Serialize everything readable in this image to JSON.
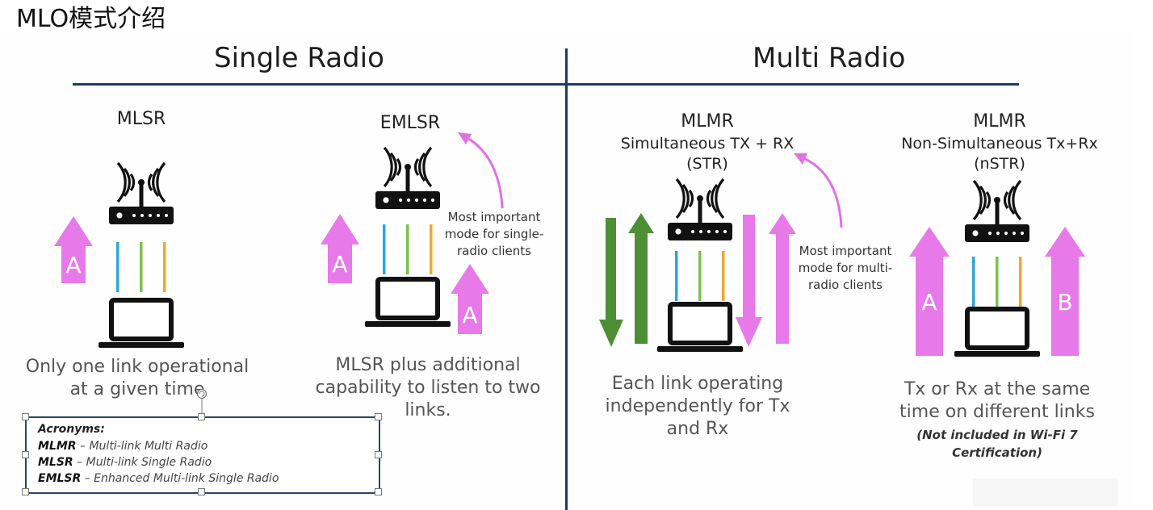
{
  "page_title": "MLO模式介绍",
  "sections": {
    "single_radio": "Single Radio",
    "multi_radio": "Multi Radio"
  },
  "modes": {
    "mlsr": {
      "label": "MLSR",
      "arrow_letter": "A",
      "caption_lines": [
        "Only one link operational",
        "at a given time"
      ]
    },
    "emlsr": {
      "label": "EMLSR",
      "arrow_letters": [
        "A",
        "A"
      ],
      "note_lines": [
        "Most important",
        "mode for single-",
        "radio clients"
      ],
      "caption_lines": [
        "MLSR plus additional",
        "capability to listen to two",
        "links."
      ]
    },
    "mlmr_str": {
      "label": "MLMR",
      "sub_lines": [
        "Simultaneous TX + RX",
        "(STR)"
      ],
      "note_lines": [
        "Most important",
        "mode for multi-",
        "radio clients"
      ],
      "caption_lines": [
        "Each link operating",
        "independently for Tx",
        "and Rx"
      ]
    },
    "mlmr_nstr": {
      "label": "MLMR",
      "sub_lines": [
        "Non-Simultaneous Tx+Rx",
        "(nSTR)"
      ],
      "arrow_letters": [
        "A",
        "B"
      ],
      "caption_lines": [
        "Tx or Rx at the same",
        "time on different links"
      ],
      "footnote_lines": [
        "(Not included in Wi-Fi 7",
        "Certification)"
      ]
    }
  },
  "acronyms": {
    "title": "Acronyms:",
    "items": [
      {
        "abbr": "MLMR",
        "desc": " – Multi-link Multi Radio"
      },
      {
        "abbr": "MLSR",
        "desc": " – Multi-link Single Radio"
      },
      {
        "abbr": "EMLSR",
        "desc": " – Enhanced Multi-link Single Radio"
      }
    ]
  },
  "colors": {
    "rule": "#1f3a68",
    "magenta_arrow": "#e77ae8",
    "pink_curve": "#e070e6",
    "green_arrow": "#4e8f36",
    "link_blue": "#2fa6dc",
    "link_green": "#7cc04a",
    "link_orange": "#f0a830",
    "device": "#111111"
  },
  "icons": [
    "wifi-router-icon",
    "laptop-icon",
    "up-arrow-icon",
    "down-arrow-icon",
    "curved-arrow-icon"
  ]
}
